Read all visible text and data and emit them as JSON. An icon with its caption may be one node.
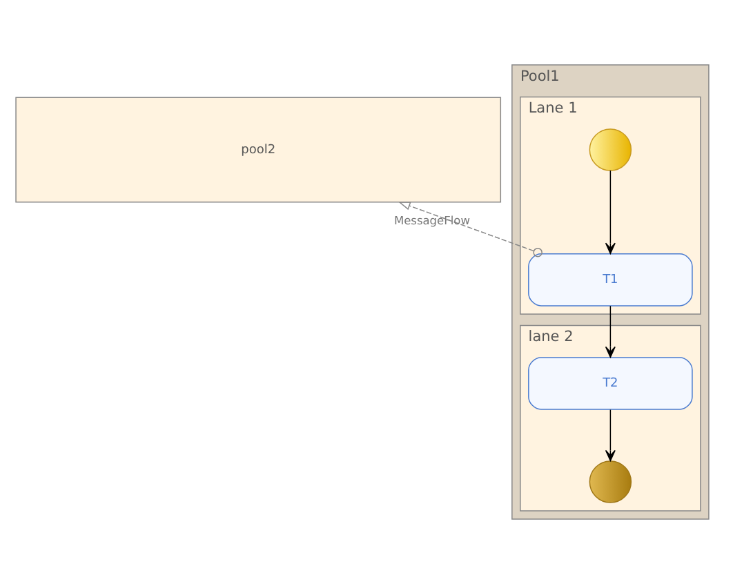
{
  "diagram": {
    "nodes": [
      {
        "text": [
          "pool2"
        ]
      },
      {
        "text": [
          "Pool1"
        ]
      },
      {
        "text": [
          "Lane 1"
        ],
        "in": 1
      },
      {
        "text": [
          "lane 2"
        ],
        "in": 1
      },
      {
        "text": [],
        "shape": "circle",
        "in": 2
      },
      {
        "text": [
          "T1"
        ],
        "in": 2
      },
      {
        "text": [
          "T2"
        ],
        "in": 3
      },
      {
        "text": [],
        "shape": "circle",
        "in": 3
      }
    ],
    "edges": [
      {
        "from": 4,
        "to": 5,
        "arrow": "to"
      },
      {
        "from": 5,
        "to": 6,
        "arrow": "to"
      },
      {
        "from": 6,
        "to": 7,
        "arrow": "to"
      },
      {
        "from": 5,
        "to": 0,
        "arrow": "to",
        "label": "MessageFlow",
        "style": "dashed",
        "color": "#888888"
      }
    ]
  }
}
